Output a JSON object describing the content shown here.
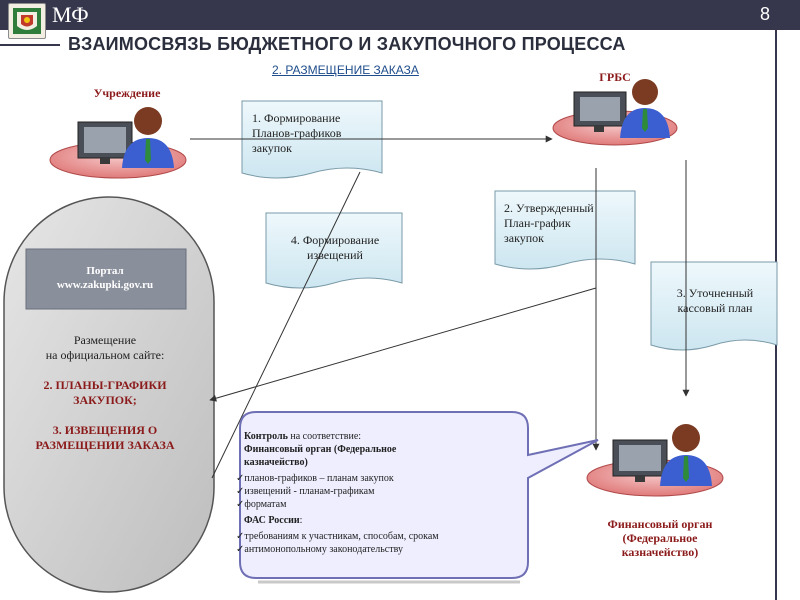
{
  "header": {
    "logo_text": "МФ",
    "page_number": "8"
  },
  "title": "ВЗАИМОСВЯЗЬ БЮДЖЕТНОГО И ЗАКУПОЧНОГО ПРОЦЕССА",
  "subtitle": "2. РАЗМЕЩЕНИЕ ЗАКАЗА",
  "actors": {
    "institution": "Учреждение",
    "grbs": "ГРБС",
    "finance_line1": "Финансовый орган",
    "finance_line2": "(Федеральное",
    "finance_line3": "казначейство)"
  },
  "documents": {
    "doc1": [
      "1. Формирование",
      "Планов-графиков",
      "закупок"
    ],
    "doc2": [
      "2. Утвержденный",
      "План-график",
      "закупок"
    ],
    "doc3": [
      "3. Уточненный",
      "кассовый план"
    ],
    "doc4": [
      "4. Формирование",
      "извещений"
    ]
  },
  "portal": {
    "line1": "Портал",
    "line2": "www.zakupki.gov.ru"
  },
  "oval": {
    "line1": "Размещение",
    "line2": "на официальном сайте:",
    "item1_line1": "2. ПЛАНЫ-ГРАФИКИ",
    "item1_line2": "ЗАКУПОК;",
    "item2_line1": "3. ИЗВЕЩЕНИЯ О",
    "item2_line2": "РАЗМЕЩЕНИИ ЗАКАЗА"
  },
  "control": {
    "heading_bold": "Контроль",
    "heading_rest": " на соответствие:",
    "org1_line1": "Финансовый орган (Федеральное",
    "org1_line2": "казначейство)",
    "items1": [
      "планов-графиков – планам закупок",
      "извещений -  планам-графикам",
      "форматам"
    ],
    "org2": "ФАС России",
    "org2_suffix": ":",
    "items2": [
      "требованиям к участникам, способам, срокам",
      "антимонопольному законодательству"
    ]
  },
  "colors": {
    "header_bg": "#36364c",
    "title_color": "#2b2f3d",
    "subtitle_color": "#1f4d8c",
    "accent_red": "#8b1a1a",
    "oval_fill": "#cfcfcf",
    "portal_fill": "#8a8f9c",
    "bubble_fill": "#eeeeff",
    "bubble_stroke": "#6f6fb5",
    "doc_fill": "#d9edf5"
  }
}
